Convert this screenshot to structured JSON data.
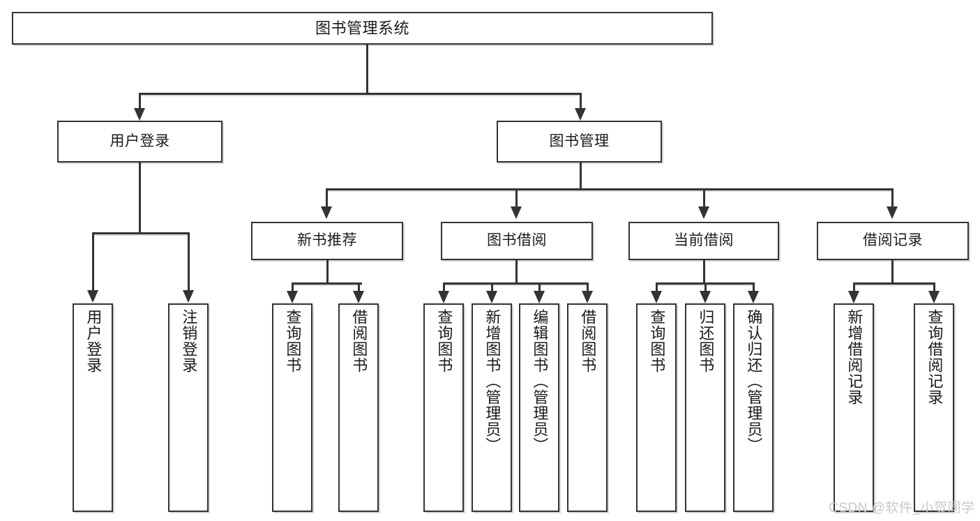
{
  "diagram": {
    "title": "图书管理系统",
    "watermark": "CSDN @软件_小贺同学",
    "root": {
      "label": "图书管理系统"
    },
    "level2": [
      {
        "label": "用户登录"
      },
      {
        "label": "图书管理"
      }
    ],
    "level3": [
      {
        "label": "新书推荐"
      },
      {
        "label": "图书借阅"
      },
      {
        "label": "当前借阅"
      },
      {
        "label": "借阅记录"
      }
    ],
    "leaves_user_login": [
      {
        "label": "用户登录"
      },
      {
        "label": "注销登录"
      }
    ],
    "leaves_new_books": [
      {
        "label": "查询图书"
      },
      {
        "label": "借阅图书"
      }
    ],
    "leaves_borrow": [
      {
        "label": "查询图书"
      },
      {
        "label": "新增图书（管理员）"
      },
      {
        "label": "编辑图书（管理员）"
      },
      {
        "label": "借阅图书"
      }
    ],
    "leaves_current": [
      {
        "label": "查询图书"
      },
      {
        "label": "归还图书"
      },
      {
        "label": "确认归还（管理员）"
      }
    ],
    "leaves_records": [
      {
        "label": "新增借阅记录"
      },
      {
        "label": "查询借阅记录"
      }
    ]
  }
}
